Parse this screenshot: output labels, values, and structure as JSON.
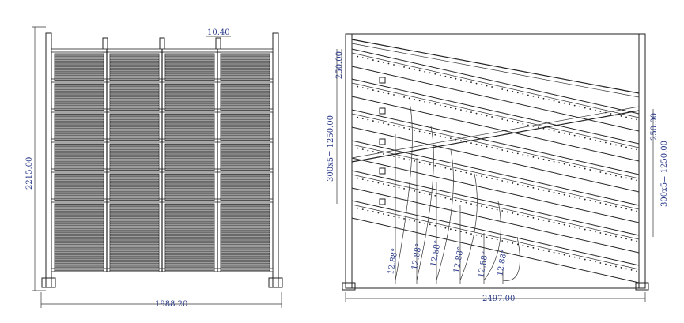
{
  "left_view": {
    "dim_width": "1988.20",
    "dim_height": "2215.00",
    "dim_top": "10.40",
    "rows": 6,
    "cols": 4
  },
  "right_view": {
    "dim_width": "2497.00",
    "dim_left_total": "300x5= 1250.00",
    "dim_left_top": "250.00",
    "dim_right_total": "300x5= 1250.00",
    "dim_right_top": "250.00",
    "angle_labels": [
      "12.88°",
      "12.88°",
      "12.88°",
      "12.88°",
      "12.88°",
      "12.88°"
    ],
    "shelf_count": 6
  },
  "colors": {
    "line": "#222222",
    "dimension": "#2a3a8a",
    "panel": "#555555"
  }
}
